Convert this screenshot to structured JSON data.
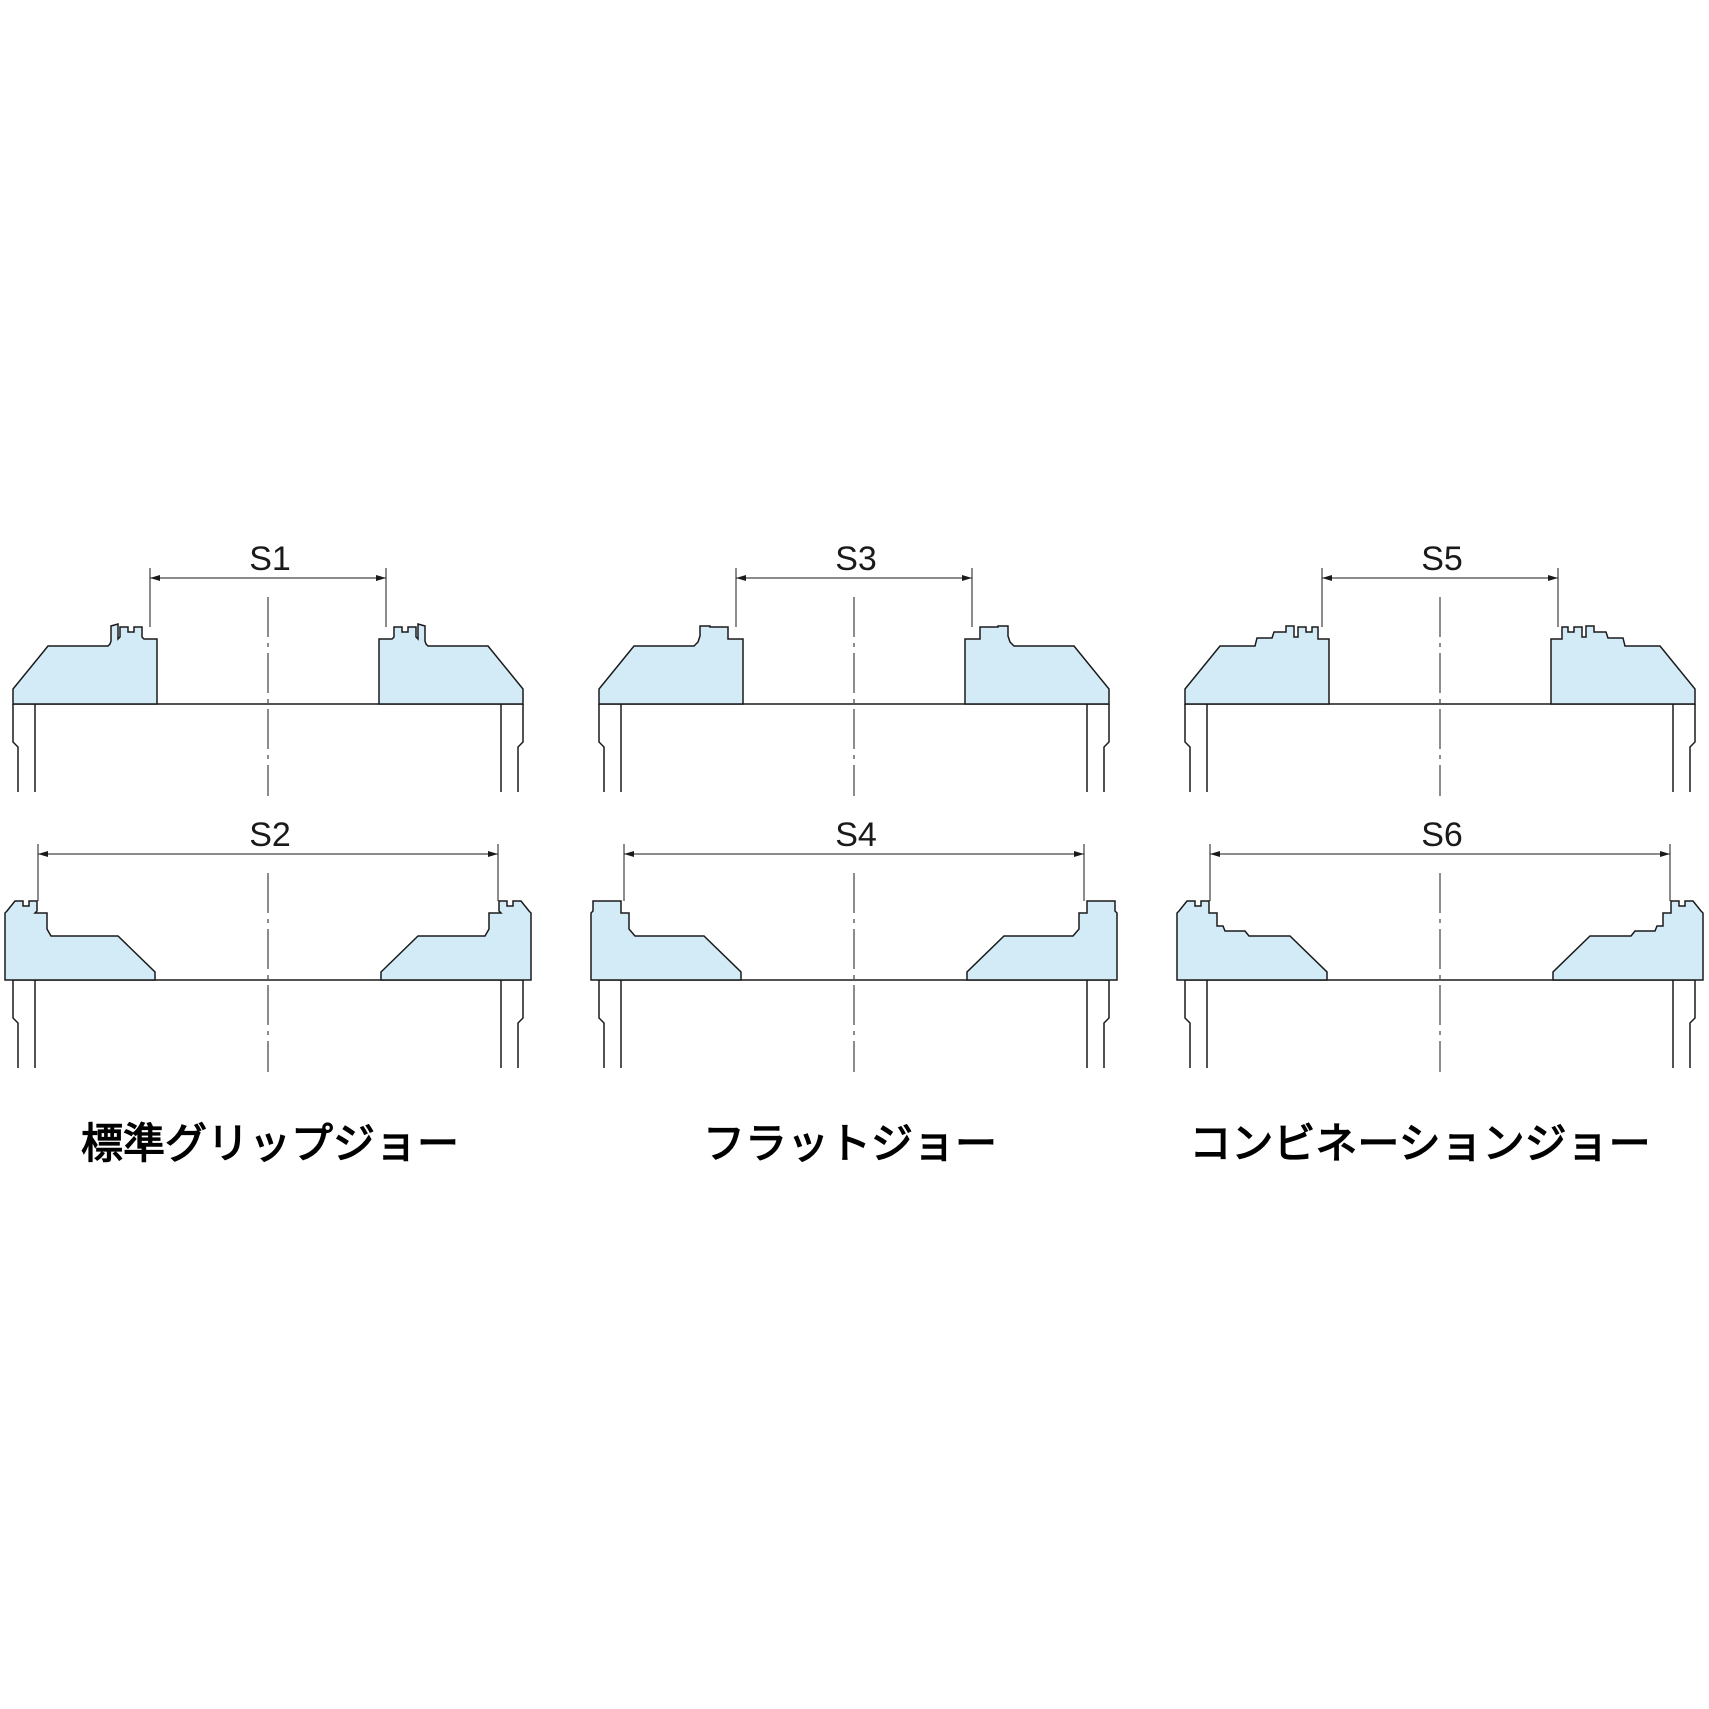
{
  "colors": {
    "jaw_fill": "#d3eaf7",
    "stroke": "#1a1a1a",
    "background": "#ffffff"
  },
  "dimensions": [
    "S1",
    "S2",
    "S3",
    "S4",
    "S5",
    "S6"
  ],
  "captions": [
    "標準グリップジョー",
    "フラットジョー",
    "コンビネーションジョー"
  ]
}
